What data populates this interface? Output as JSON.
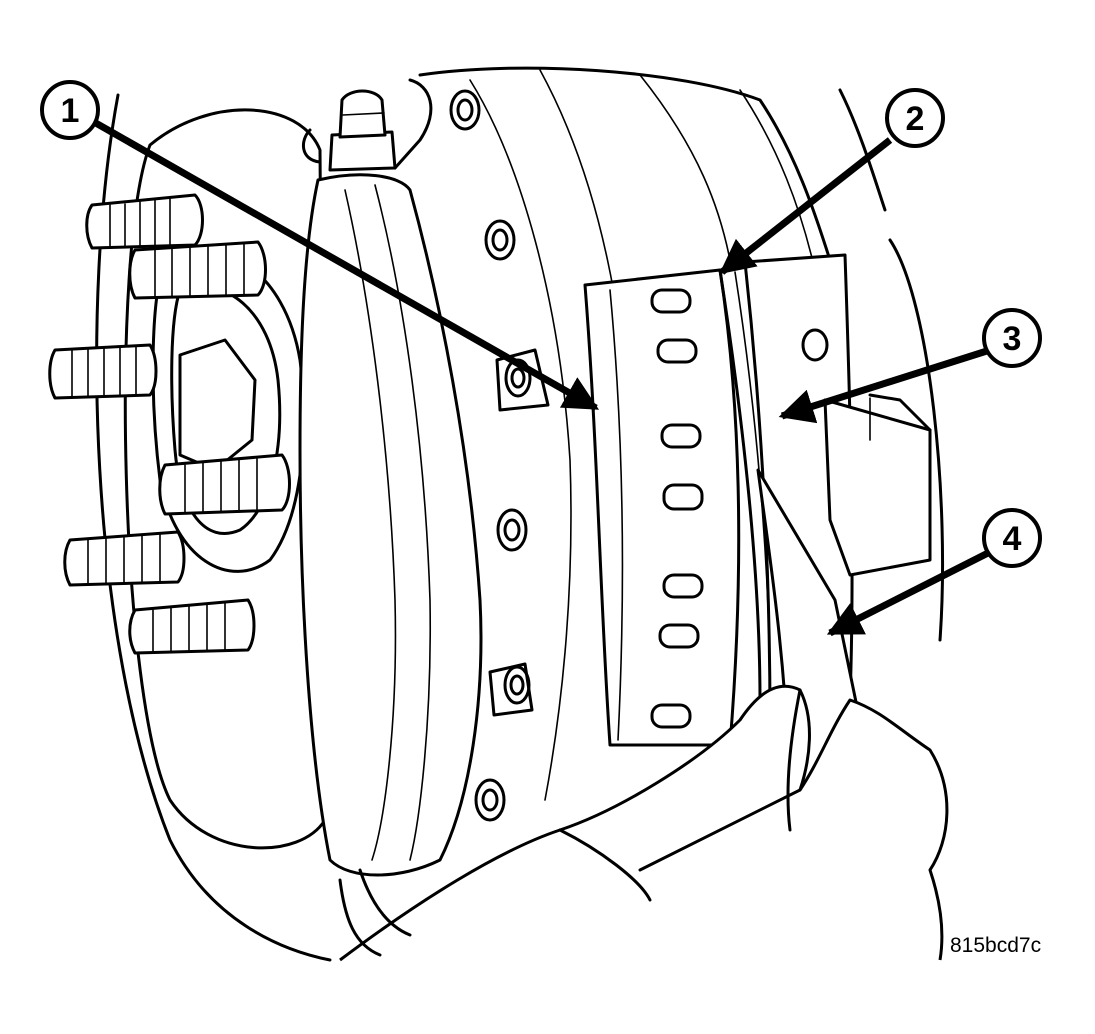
{
  "callouts": [
    {
      "num": "1"
    },
    {
      "num": "2"
    },
    {
      "num": "3"
    },
    {
      "num": "4"
    }
  ],
  "figure_id": "815bcd7c",
  "colors": {
    "ink": "#000000",
    "paper": "#ffffff"
  }
}
